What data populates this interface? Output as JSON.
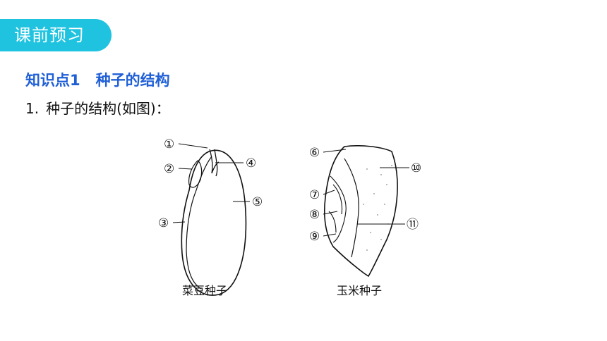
{
  "header": {
    "tag_label": "课前预习"
  },
  "knowledge_point": {
    "number": "知识点1",
    "title": "种子的结构"
  },
  "question": {
    "index": "1.",
    "text": "种子的结构(如图)："
  },
  "figure": {
    "bean": {
      "caption": "菜豆种子",
      "labels": [
        "①",
        "②",
        "③",
        "④",
        "⑤"
      ]
    },
    "corn": {
      "caption": "玉米种子",
      "labels": [
        "⑥",
        "⑦",
        "⑧",
        "⑨",
        "⑩",
        "⑪"
      ]
    }
  },
  "colors": {
    "tag_bg": "#1fc3e0",
    "heading": "#1f5fd6"
  }
}
